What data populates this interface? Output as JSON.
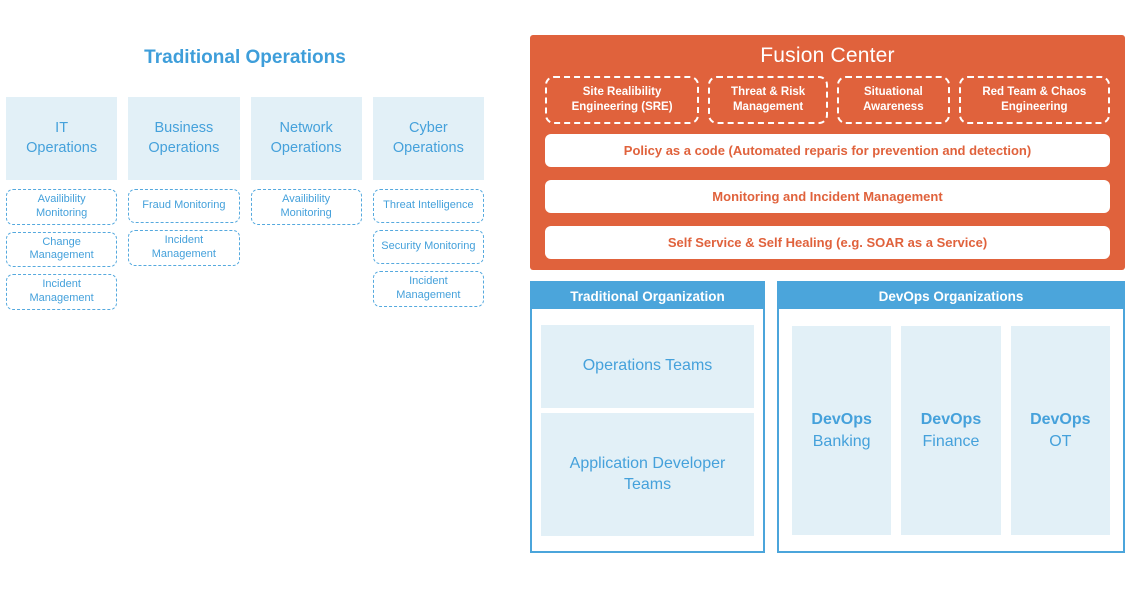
{
  "colors": {
    "orange": "#E0623C",
    "blue": "#4BA5DB",
    "light_blue": "#E2F0F7",
    "text_blue": "#45A1DB",
    "title_blue": "#3E9EDA"
  },
  "traditional_ops": {
    "title": "Traditional Operations",
    "columns": [
      {
        "label": "IT Operations",
        "items": [
          "Availibility Monitoring",
          "Change Management",
          "Incident Management"
        ]
      },
      {
        "label": "Business Operations",
        "items": [
          "Fraud Monitoring",
          "Incident Management"
        ]
      },
      {
        "label": "Network Operations",
        "items": [
          "Availibility Monitoring"
        ]
      },
      {
        "label": "Cyber Operations",
        "items": [
          "Threat Intelligence",
          "Security Monitoring",
          "Incident Management"
        ]
      }
    ]
  },
  "fusion_center": {
    "title": "Fusion Center",
    "pillars": [
      "Site Realibility Engineering (SRE)",
      "Threat & Risk Management",
      "Situational Awareness",
      "Red Team & Chaos Engineering"
    ],
    "bars": [
      "Policy as a code (Automated reparis for prevention and detection)",
      "Monitoring and Incident Management",
      "Self Service & Self Healing (e.g. SOAR as a Service)"
    ]
  },
  "organizations": {
    "traditional": {
      "header": "Traditional Organization",
      "teams": [
        "Operations Teams",
        "Application Developer Teams"
      ]
    },
    "devops": {
      "header": "DevOps Organizations",
      "teams": [
        {
          "bold": "DevOps",
          "label": "Banking"
        },
        {
          "bold": "DevOps",
          "label": "Finance"
        },
        {
          "bold": "DevOps",
          "label": "OT"
        }
      ]
    }
  }
}
